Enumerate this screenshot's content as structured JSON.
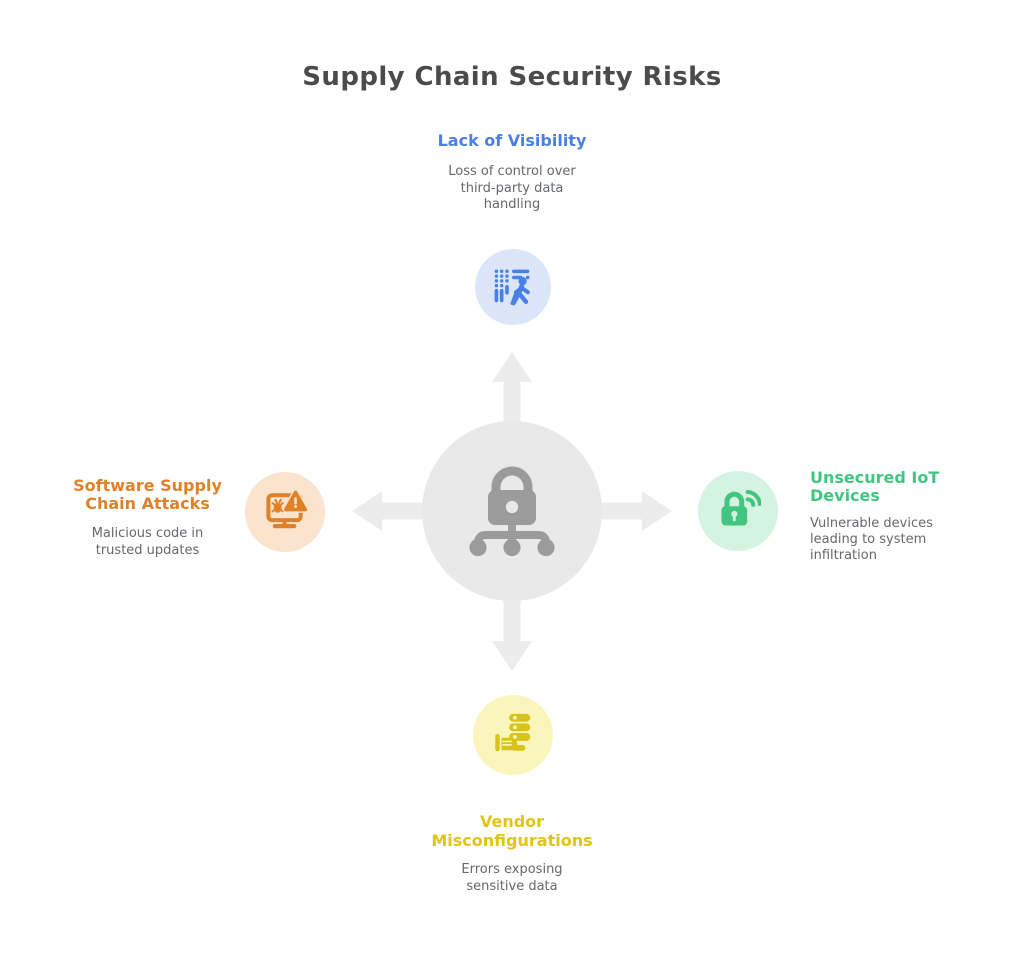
{
  "title": "Supply Chain Security Risks",
  "palette": {
    "title_text": "#4b4b4d",
    "description_text": "#65686c",
    "hub_circle": "#e9e9e9",
    "hub_arrows": "#ececec",
    "hub_icon": "#9b9b9b",
    "top_accent": "#4a80e5",
    "top_bubble": "#dbe6fa",
    "right_accent": "#42c581",
    "right_bubble": "#d4f3e1",
    "bottom_accent": "#e2c414",
    "bottom_icon": "#d6c31c",
    "bottom_bubble": "#faf5bb",
    "left_accent": "#e0812a",
    "left_bubble": "#fbe4cd"
  },
  "center": {
    "icon": "lock-network-icon"
  },
  "nodes": {
    "top": {
      "heading": "Lack of Visibility",
      "description": "Loss of control over\nthird-party data\nhandling",
      "icon": "blind-person-visibility-icon"
    },
    "right": {
      "heading": "Unsecured IoT\nDevices",
      "description": "Vulnerable devices\nleading to system\ninfiltration",
      "icon": "wireless-lock-icon"
    },
    "bottom": {
      "heading": "Vendor\nMisconfigurations",
      "description": "Errors exposing\nsensitive data",
      "icon": "hand-holding-server-icon"
    },
    "left": {
      "heading": "Software Supply\nChain Attacks",
      "description": "Malicious code in\ntrusted updates",
      "icon": "monitor-bug-warning-icon"
    }
  }
}
